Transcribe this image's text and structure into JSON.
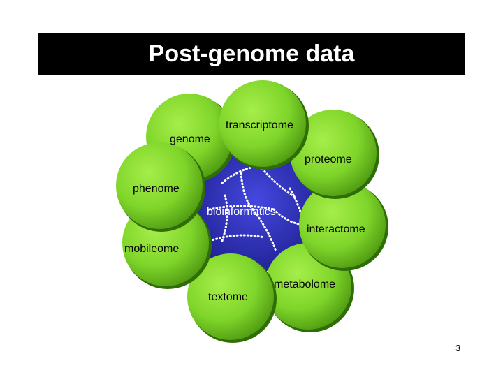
{
  "slide": {
    "title": "Post-genome data",
    "page_number": "3"
  },
  "diagram": {
    "center": {
      "label": "bioinformatics"
    },
    "nodes": [
      {
        "id": "genome",
        "label": "genome"
      },
      {
        "id": "transcriptome",
        "label": "transcriptome"
      },
      {
        "id": "proteome",
        "label": "proteome"
      },
      {
        "id": "phenome",
        "label": "phenome"
      },
      {
        "id": "interactome",
        "label": "interactome"
      },
      {
        "id": "mobileome",
        "label": "mobileome"
      },
      {
        "id": "metabolome",
        "label": "metabolome"
      },
      {
        "id": "textome",
        "label": "textome"
      }
    ]
  },
  "colors": {
    "circle_fill": "#7fd52a",
    "circle_shadow": "#2f6d06",
    "hub_fill": "#2c2fb0",
    "title_bar": "#000000",
    "link_dots": "#ffffff"
  }
}
